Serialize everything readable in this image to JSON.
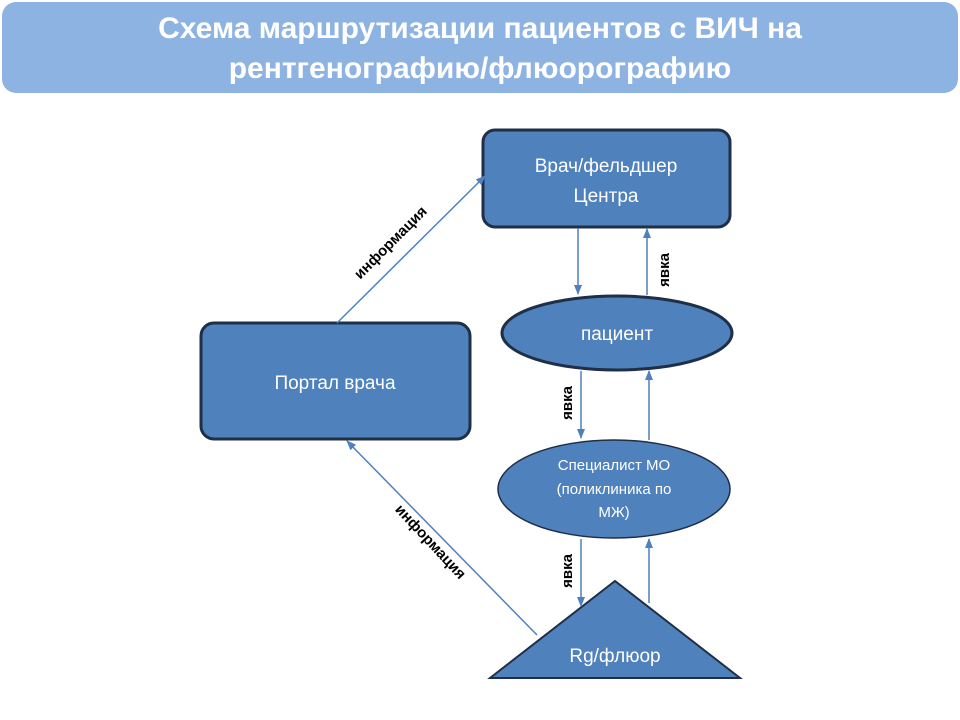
{
  "title": {
    "line1": "Схема маршрутизации пациентов с ВИЧ на",
    "line2": "рентгенографию/флюорографию"
  },
  "nodes": {
    "doctor": {
      "line1": "Врач/фельдшер",
      "line2": "Центра"
    },
    "patient": {
      "label": "пациент"
    },
    "portal": {
      "label": "Портал врача"
    },
    "specialist": {
      "line1": "Специалист МО",
      "line2": "(поликлиника по",
      "line3": "МЖ)"
    },
    "rg": {
      "label": "Rg/флюор"
    }
  },
  "edges": {
    "portal_to_doctor": "информация",
    "rg_to_portal": "информация",
    "patient_to_doctor": "явка",
    "specialist_to_patient": "явка",
    "rg_to_specialist": "явка"
  },
  "colors": {
    "title_bg": "#8db3e2",
    "node_fill": "#4f81bd",
    "node_border": "#1f2f46",
    "arrow": "#4f81bd"
  }
}
